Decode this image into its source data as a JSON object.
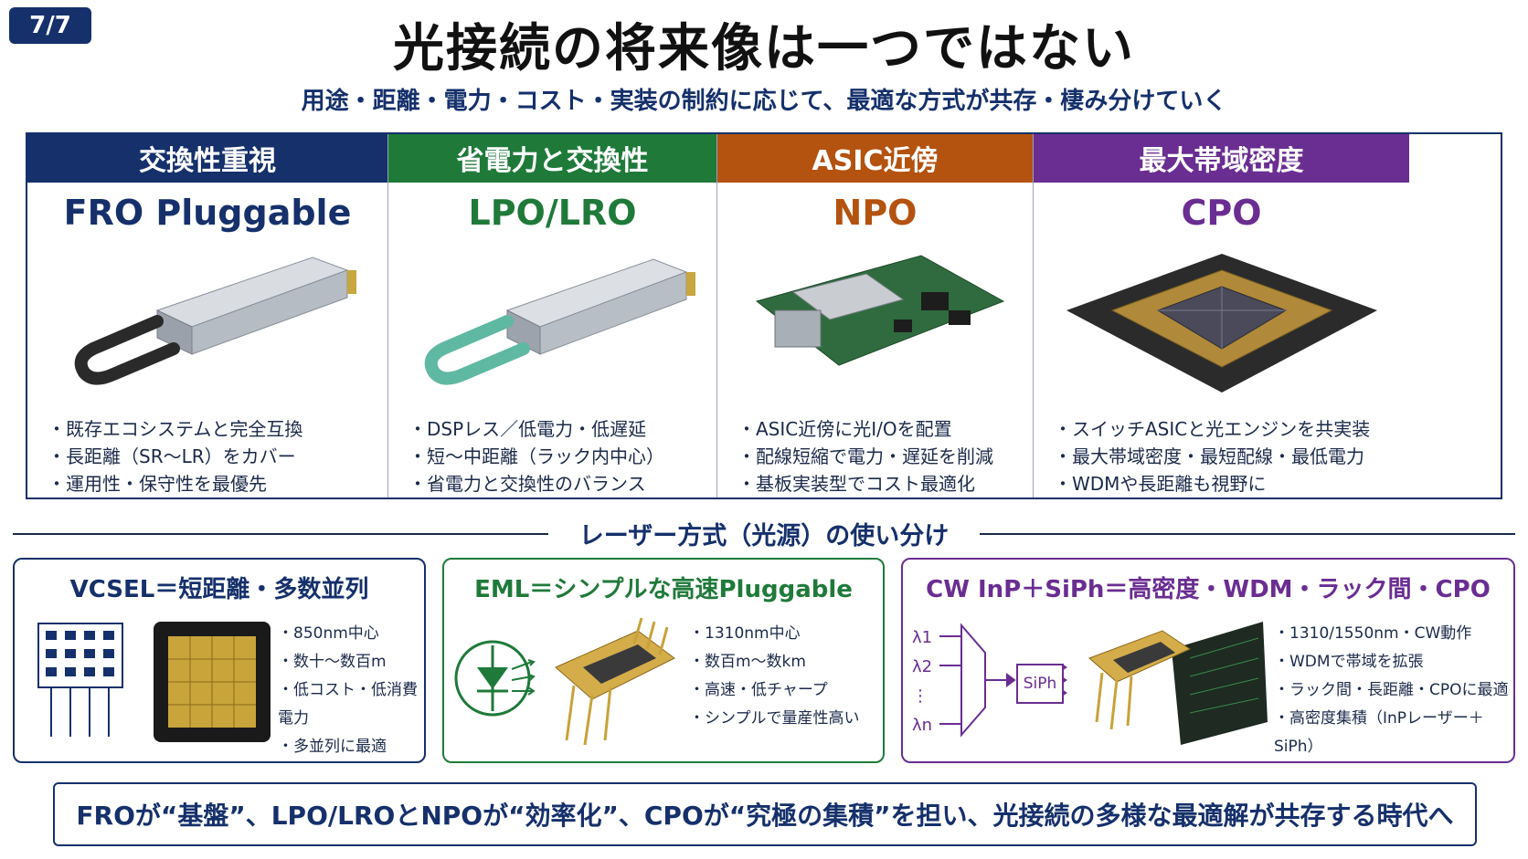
{
  "page_badge": "7/7",
  "title": "光接続の将来像は一つではない",
  "subtitle": "用途・距離・電力・コスト・実装の制約に応じて、最適な方式が共存・棲み分けていく",
  "columns": [
    {
      "header": "交換性重視",
      "name": "FRO Pluggable",
      "color": "#15306b",
      "bullets": [
        "既存エコシステムと完全互換",
        "長距離（SR〜LR）をカバー",
        "運用性・保守性を最優先"
      ]
    },
    {
      "header": "省電力と交換性",
      "name": "LPO/LRO",
      "color": "#1f7a3a",
      "bullets": [
        "DSPレス／低電力・低遅延",
        "短〜中距離（ラック内中心）",
        "省電力と交換性のバランス"
      ]
    },
    {
      "header": "ASIC近傍",
      "name": "NPO",
      "color": "#b4520f",
      "bullets": [
        "ASIC近傍に光I/Oを配置",
        "配線短縮で電力・遅延を削減",
        "基板実装型でコスト最適化"
      ]
    },
    {
      "header": "最大帯域密度",
      "name": "CPO",
      "color": "#6a2d91",
      "bullets": [
        "スイッチASICと光エンジンを共実装",
        "最大帯域密度・最短配線・最低電力",
        "WDMや長距離も視野に"
      ]
    }
  ],
  "laser_section_title": "レーザー方式（光源）の使い分け",
  "lasers": [
    {
      "title": "VCSEL＝短距離・多数並列",
      "color": "#15306b",
      "bullets": [
        "850nm中心",
        "数十〜数百m",
        "低コスト・低消費電力",
        "多並列に最適"
      ]
    },
    {
      "title": "EML＝シンプルな高速Pluggable",
      "color": "#1f7a3a",
      "bullets": [
        "1310nm中心",
        "数百m〜数km",
        "高速・低チャープ",
        "シンプルで量産性高い"
      ]
    },
    {
      "title": "CW InP＋SiPh＝高密度・WDM・ラック間・CPO",
      "color": "#6a2d91",
      "bullets": [
        "1310/1550nm・CW動作",
        "WDMで帯域を拡張",
        "ラック間・長距離・CPOに最適",
        "高密度集積（InPレーザー＋SiPh）"
      ],
      "diagram": {
        "lambdas": [
          "λ1",
          "λ2",
          "⋮",
          "λn"
        ],
        "block": "SiPh"
      }
    }
  ],
  "conclusion": "FROが“基盤”、LPO/LROとNPOが“効率化”、CPOが“究極の集積”を担い、光接続の多様な最適解が共存する時代へ"
}
